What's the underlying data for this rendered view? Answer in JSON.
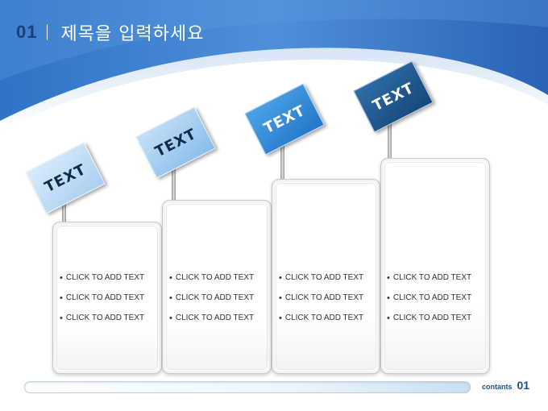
{
  "header": {
    "number": "01",
    "title": "제목을 입력하세요"
  },
  "columns": [
    {
      "flag": "TEXT",
      "items": [
        "CLICK TO ADD TEXT",
        "CLICK TO ADD TEXT",
        "CLICK TO ADD TEXT"
      ]
    },
    {
      "flag": "TEXT",
      "items": [
        "CLICK TO ADD TEXT",
        "CLICK TO ADD TEXT",
        "CLICK TO ADD TEXT"
      ]
    },
    {
      "flag": "TEXT",
      "items": [
        "CLICK TO ADD TEXT",
        "CLICK TO ADD TEXT",
        "CLICK TO ADD TEXT"
      ]
    },
    {
      "flag": "TEXT",
      "items": [
        "CLICK TO ADD TEXT",
        "CLICK TO ADD TEXT",
        "CLICK TO ADD TEXT"
      ]
    }
  ],
  "footer": {
    "label": "contants",
    "page": "01"
  },
  "colors": {
    "header_blue": "#2f6fc0",
    "flag_light": "#c9e3f8",
    "flag_mid": "#9cc8ee",
    "flag_bright": "#2f87d8",
    "flag_dark": "#1d5791",
    "footer_text": "#1e4f8f"
  }
}
